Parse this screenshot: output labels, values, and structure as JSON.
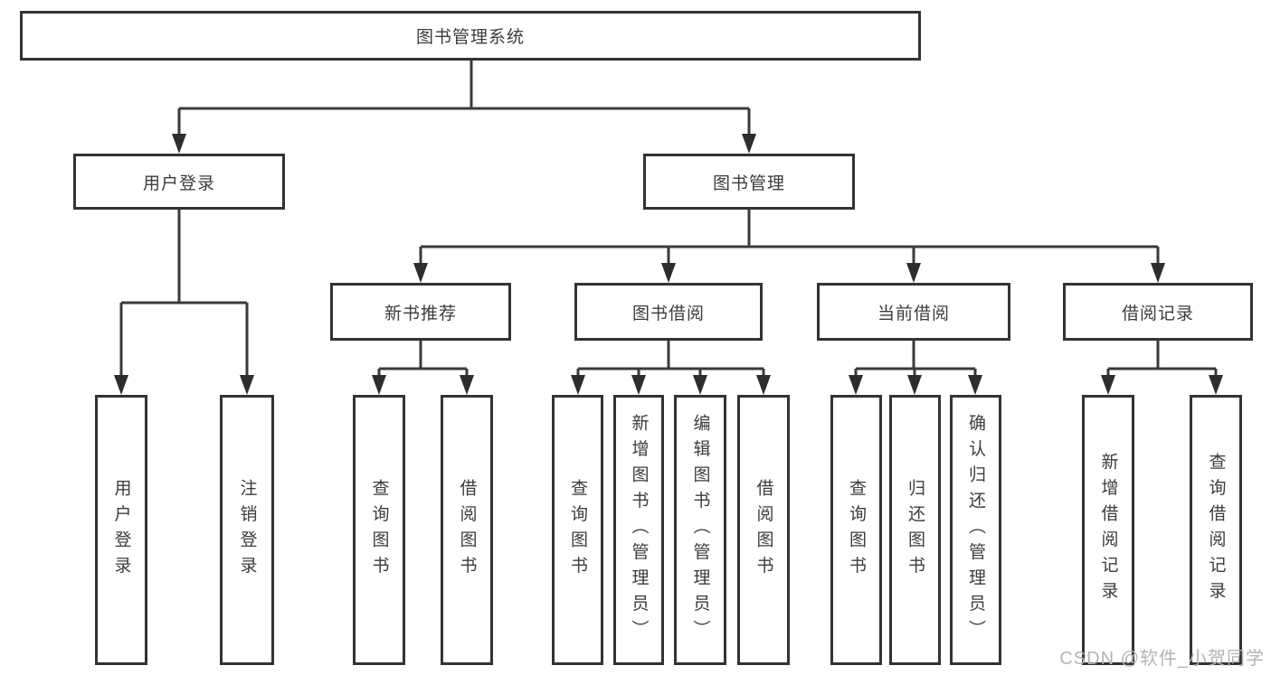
{
  "diagram": {
    "root": {
      "label": "图书管理系统"
    },
    "branches": {
      "userLogin": {
        "label": "用户登录"
      },
      "bookManagement": {
        "label": "图书管理"
      }
    },
    "modules": {
      "newBookRecommend": {
        "label": "新书推荐"
      },
      "bookBorrow": {
        "label": "图书借阅"
      },
      "currentBorrow": {
        "label": "当前借阅"
      },
      "borrowRecord": {
        "label": "借阅记录"
      }
    },
    "leaves": {
      "userLoginLeaf": {
        "label": "用户登录"
      },
      "logoutLeaf": {
        "label": "注销登录"
      },
      "queryBookRec": {
        "label": "查询图书"
      },
      "borrowBookRec": {
        "label": "借阅图书"
      },
      "queryBookBorrow": {
        "label": "查询图书"
      },
      "addBookAdmin": {
        "label": "新增图书（管理员）"
      },
      "editBookAdmin": {
        "label": "编辑图书（管理员）"
      },
      "borrowBookBorrow": {
        "label": "借阅图书"
      },
      "queryBookCurrent": {
        "label": "查询图书"
      },
      "returnBook": {
        "label": "归还图书"
      },
      "confirmReturnAdmin": {
        "label": "确认归还（管理员）"
      },
      "addBorrowRecord": {
        "label": "新增借阅记录"
      },
      "queryBorrowRecord": {
        "label": "查询借阅记录"
      }
    }
  },
  "watermark": {
    "text": "CSDN @软件_小贺同学"
  },
  "colors": {
    "background": "#ffffff",
    "box_border": "#333333",
    "line": "#3a3a3a",
    "arrow": "#2d2d2d",
    "text": "#3c3c3c",
    "watermark": "#b4b4b4"
  }
}
